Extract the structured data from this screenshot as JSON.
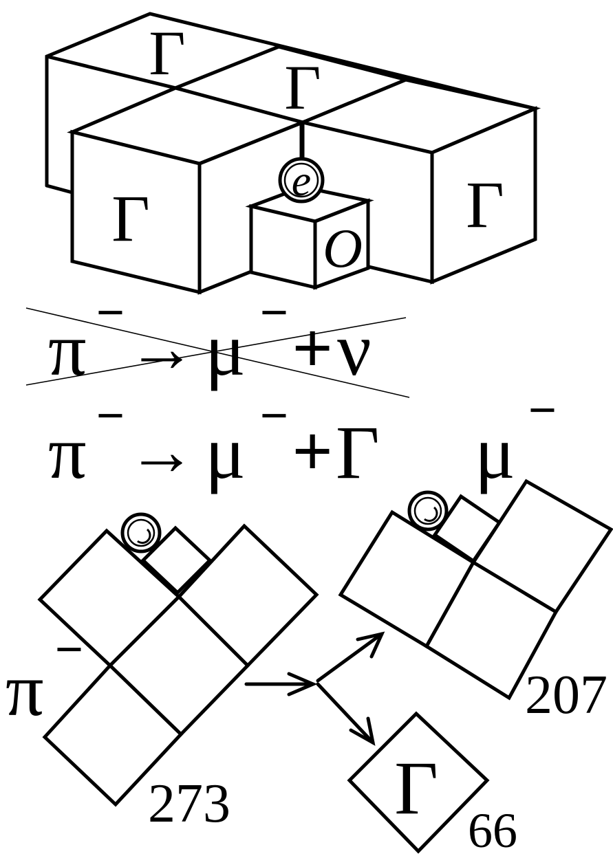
{
  "labels": {
    "gamma": "Γ",
    "electron": "e",
    "o_label": "O",
    "pi": "π",
    "mu": "μ",
    "nu": "ν",
    "minus": "−",
    "plus": "+",
    "arrow": "→"
  },
  "equations": {
    "crossed": {
      "lhs": "π",
      "lhs_sup": "−",
      "arrow": "→",
      "product1": "μ",
      "product1_sup": "−",
      "plus": "+",
      "product2": "ν"
    },
    "corrected": {
      "lhs": "π",
      "lhs_sup": "−",
      "arrow": "→",
      "product1": "μ",
      "product1_sup": "−",
      "plus": "+",
      "product2": "Γ"
    }
  },
  "masses": {
    "pion": "273",
    "muon": "207",
    "gamma": "66"
  },
  "decay_labels": {
    "muon": "μ",
    "muon_sup": "−",
    "pion": "π",
    "pion_sup": "−",
    "gamma": "Γ"
  }
}
